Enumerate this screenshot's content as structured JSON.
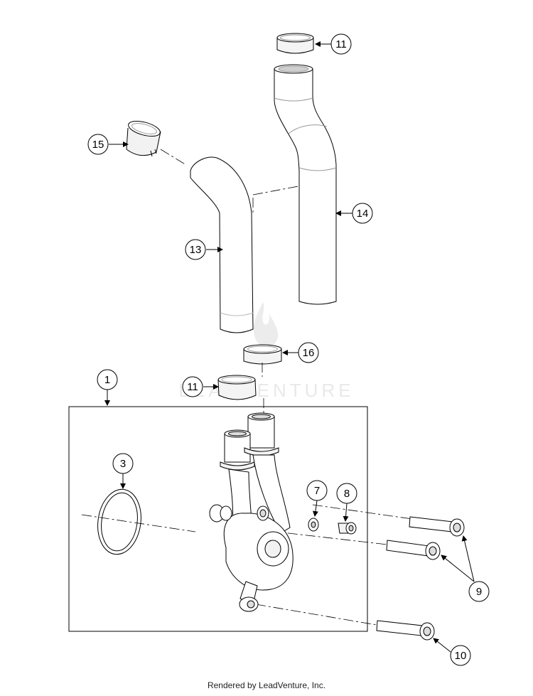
{
  "callouts": {
    "c1": "1",
    "c3": "3",
    "c7": "7",
    "c8": "8",
    "c9": "9",
    "c10": "10",
    "c11_top": "11",
    "c11_mid": "11",
    "c13": "13",
    "c14": "14",
    "c15": "15",
    "c16": "16"
  },
  "watermark": "LEADVENTURE",
  "footer": {
    "text": "Rendered by LeadVenture, Inc."
  }
}
